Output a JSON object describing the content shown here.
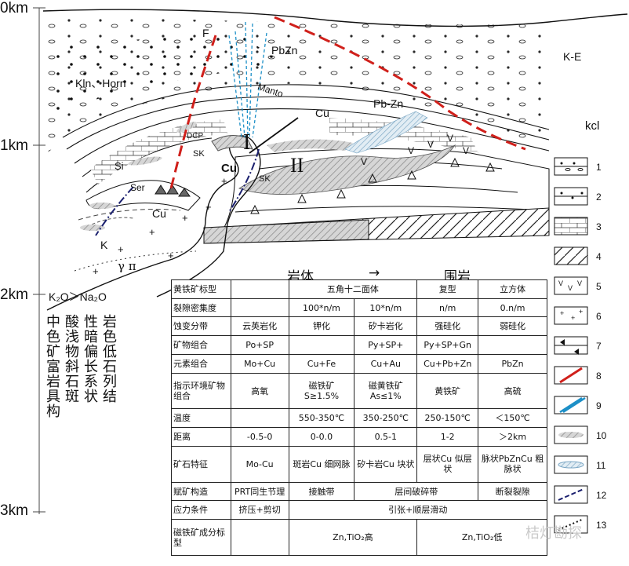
{
  "depth_scale": {
    "top": "0km",
    "d1": "1km",
    "d2": "2km",
    "d3": "3km"
  },
  "section_labels": {
    "fault": "F",
    "pbzn_top": "PbZn",
    "kln_horn": "Kln、Horn",
    "manto": "Manto",
    "cu_vein": "Cu",
    "pb_zn": "Pb-Zn",
    "ke": "K-E",
    "kcl": "kcl",
    "roman1": "I",
    "roman2": "II",
    "dcp": "DCP",
    "sk1": "SK",
    "sk2": "SK",
    "si": "Si",
    "cu_core": "Cu",
    "ser": "Ser",
    "cu_low": "Cu",
    "k": "K",
    "gamma_pi": "γ  π",
    "ratio": "K₂O＞Na₂O"
  },
  "intrusion_caption": {
    "left": "岩体",
    "arrow": "→",
    "right": "围岩"
  },
  "left_columns": [
    "中色矿富岩具构",
    "酸浅物斜石斑",
    "性暗偏长系状",
    "岩色低石列结"
  ],
  "property_table": [
    [
      "黄铁矿标型",
      "",
      "五角十二面体",
      "复型",
      "立方体"
    ],
    [
      "裂隙密集度",
      "",
      "100*n/m",
      "10*n/m",
      "n/m",
      "0.n/m"
    ],
    [
      "蚀变分带",
      "云英岩化",
      "钾化",
      "矽卡岩化",
      "强硅化",
      "弱硅化"
    ],
    [
      "矿物组合",
      "Po+SP",
      "",
      "Py+SP+",
      "Py+SP+Gn",
      ""
    ],
    [
      "元素组合",
      "Mo+Cu",
      "Cu+Fe",
      "Cu+Au",
      "Cu+Pb+Zn",
      "PbZn"
    ],
    [
      "指示环境矿物组合",
      "高氧",
      "磁铁矿 S≥1.5%",
      "磁黄铁矿 As≤1%",
      "黄铁矿",
      "高硫"
    ],
    [
      "温度",
      "",
      "550-350℃",
      "350-250℃",
      "250-150℃",
      "＜150℃"
    ],
    [
      "距离",
      "-0.5-0",
      "0-0.0",
      "0.5-1",
      "1-2",
      "＞2km"
    ],
    [
      "矿石特征",
      "Mo-Cu",
      "斑岩Cu 细网脉",
      "矽卡岩Cu 块状",
      "层状Cu 似层状",
      "脉状PbZnCu 粗脉状"
    ],
    [
      "赋矿构造",
      "PRT同生节理",
      "接触带",
      "层间破碎带",
      "断裂裂隙"
    ],
    [
      "应力条件",
      "挤压+剪切",
      "引张+顺层滑动"
    ],
    [
      "磁铁矿成分标型",
      "",
      "Zn,TiO₂高",
      "Zn,TiO₂低"
    ]
  ],
  "legend": [
    "1",
    "2",
    "3",
    "4",
    "5",
    "6",
    "7",
    "8",
    "9",
    "10",
    "11",
    "12",
    "13"
  ],
  "watermark": "桔灯勘探"
}
